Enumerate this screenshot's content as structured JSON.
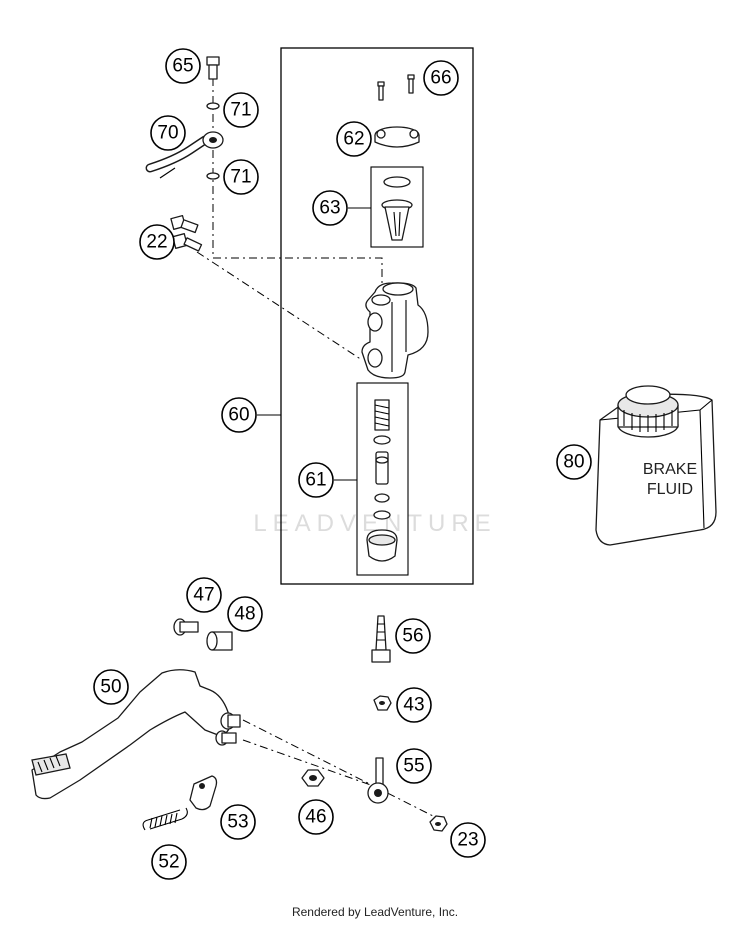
{
  "callouts": {
    "c65": "65",
    "c66": "66",
    "c71a": "71",
    "c70": "70",
    "c62": "62",
    "c71b": "71",
    "c63": "63",
    "c22": "22",
    "c60": "60",
    "c80": "80",
    "c61": "61",
    "c47": "47",
    "c48": "48",
    "c56": "56",
    "c50": "50",
    "c43": "43",
    "c55": "55",
    "c53": "53",
    "c46": "46",
    "c23": "23",
    "c52": "52"
  },
  "bottle": {
    "line1": "BRAKE",
    "line2": "FLUID"
  },
  "watermark": "LEADVENTURE",
  "footer": "Rendered by LeadVenture, Inc."
}
